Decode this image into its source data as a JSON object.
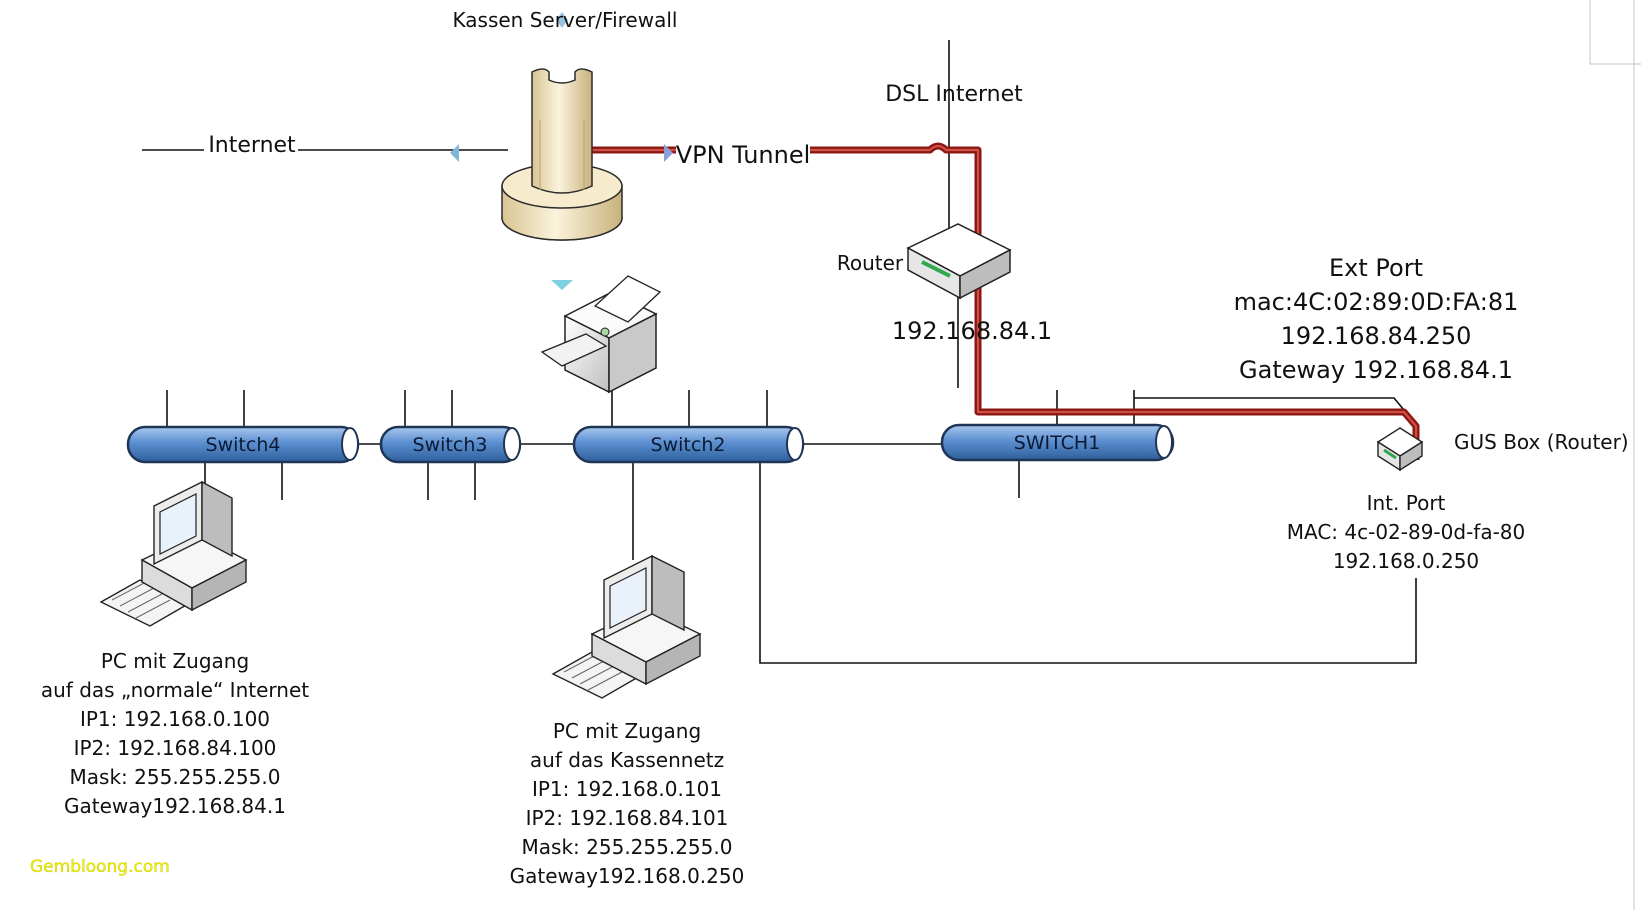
{
  "firewall": {
    "label": "Kassen Server/Firewall"
  },
  "dsl": {
    "label": "DSL Internet"
  },
  "internet": {
    "label": "Internet"
  },
  "vpn": {
    "label": "VPN Tunnel",
    "color": "#a8201a"
  },
  "router": {
    "label": "Router",
    "ip": "192.168.84.1"
  },
  "ext_port": {
    "title": "Ext Port",
    "mac": "mac:4C:02:89:0D:FA:81",
    "ip": "192.168.84.250",
    "gateway": "Gateway 192.168.84.1"
  },
  "gus_box": {
    "label": "GUS Box (Router)",
    "int_title": "Int. Port",
    "int_mac": "MAC: 4c-02-89-0d-fa-80",
    "int_ip": "192.168.0.250"
  },
  "switches": {
    "s1": "SWITCH1",
    "s2": "Switch2",
    "s3": "Switch3",
    "s4": "Switch4"
  },
  "pc1": {
    "line1": "PC mit Zugang",
    "line2": "auf das „normale“ Internet",
    "line3": "IP1: 192.168.0.100",
    "line4": "IP2: 192.168.84.100",
    "line5": "Mask: 255.255.255.0",
    "line6": "Gateway192.168.84.1"
  },
  "pc2": {
    "line1": "PC mit Zugang",
    "line2": "auf das Kassennetz",
    "line3": "IP1: 192.168.0.101",
    "line4": "IP2: 192.168.84.101",
    "line5": "Mask: 255.255.255.0",
    "line6": "Gateway192.168.0.250"
  },
  "watermark": {
    "text": "Gembloong.com"
  },
  "colors": {
    "switch_fill": "#5b8fd0",
    "switch_stroke": "#1f3556",
    "firewall_fill": "#efe0b8",
    "line": "#111111"
  }
}
